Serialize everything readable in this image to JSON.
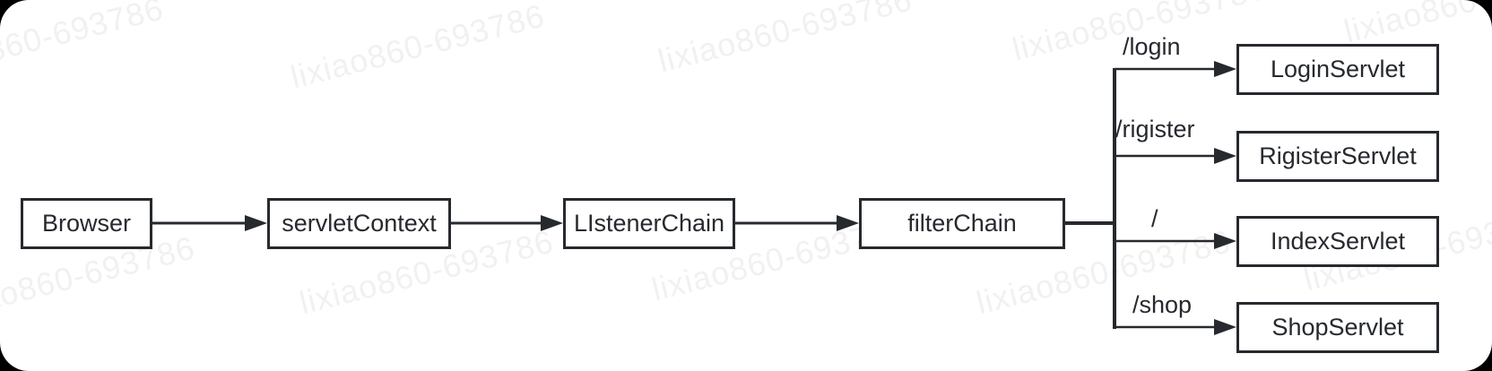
{
  "watermark": {
    "text": "lixiao860-693786"
  },
  "nodes": {
    "browser": {
      "label": "Browser"
    },
    "servlet_context": {
      "label": "servletContext"
    },
    "listener_chain": {
      "label": "LIstenerChain"
    },
    "filter_chain": {
      "label": "filterChain"
    },
    "login_servlet": {
      "label": "LoginServlet"
    },
    "rigister_servlet": {
      "label": "RigisterServlet"
    },
    "index_servlet": {
      "label": "IndexServlet"
    },
    "shop_servlet": {
      "label": "ShopServlet"
    }
  },
  "branches": {
    "login": {
      "label": "/login"
    },
    "rigister": {
      "label": "/rigister"
    },
    "index": {
      "label": "/"
    },
    "shop": {
      "label": "/shop"
    }
  },
  "flow": {
    "edges": [
      {
        "from": "Browser",
        "to": "servletContext"
      },
      {
        "from": "servletContext",
        "to": "LIstenerChain"
      },
      {
        "from": "LIstenerChain",
        "to": "filterChain"
      },
      {
        "from": "filterChain",
        "to": "LoginServlet",
        "path": "/login"
      },
      {
        "from": "filterChain",
        "to": "RigisterServlet",
        "path": "/rigister"
      },
      {
        "from": "filterChain",
        "to": "IndexServlet",
        "path": "/"
      },
      {
        "from": "filterChain",
        "to": "ShopServlet",
        "path": "/shop"
      }
    ]
  },
  "colors": {
    "stroke": "#26292e",
    "text": "#26292e",
    "canvas_background": "#ffffff",
    "page_background": "#000000",
    "watermark": "#f1f1f1"
  }
}
